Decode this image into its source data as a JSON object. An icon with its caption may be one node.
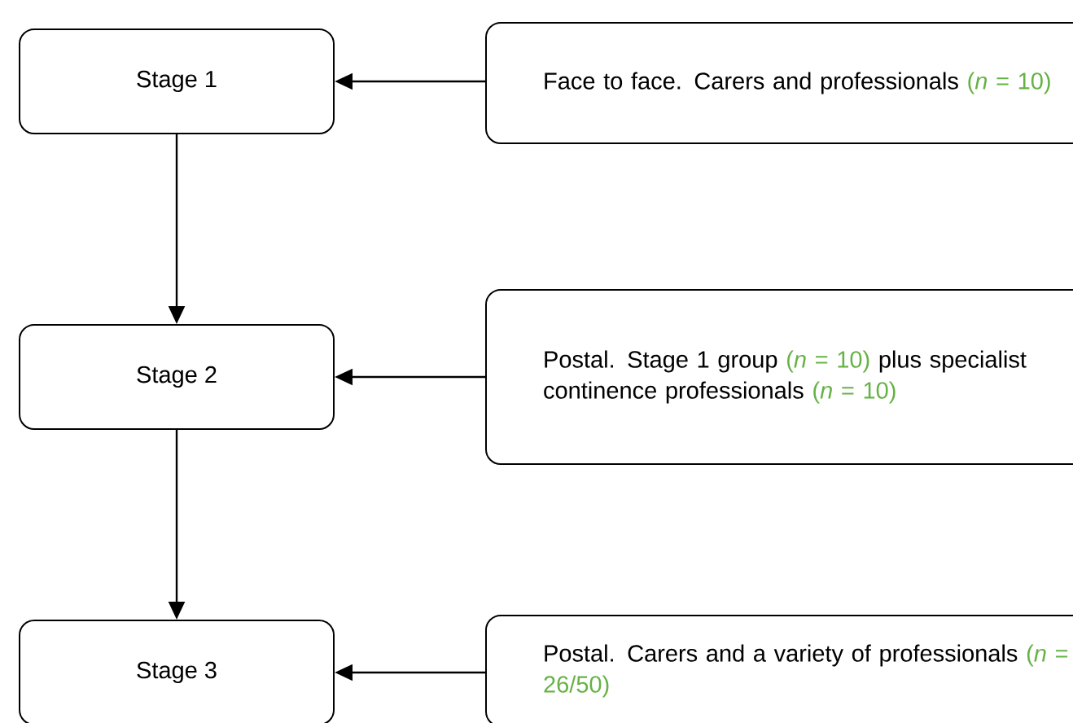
{
  "diagram": {
    "nodes": [
      {
        "text": [
          "Stage 1"
        ]
      },
      {
        "text": [
          "Face to face. Carers and professionals",
          "(*n* = 10)"
        ]
      },
      {
        "text": [
          "Stage 2"
        ]
      },
      {
        "text": [
          "Postal. Stage 1 group",
          "(*n* = 10)",
          "plus specialist continence professionals",
          "(*n* = 10)"
        ]
      },
      {
        "text": [
          "Stage 3"
        ]
      },
      {
        "text": [
          "Postal. Carers and a variety of professionals",
          "(*n* = 26/50)"
        ]
      }
    ],
    "edges": [
      {
        "from": 1,
        "to": 0,
        "arrow": "to"
      },
      {
        "from": 0,
        "to": 2,
        "arrow": "to"
      },
      {
        "from": 3,
        "to": 2,
        "arrow": "to"
      },
      {
        "from": 2,
        "to": 4,
        "arrow": "to"
      },
      {
        "from": 5,
        "to": 4,
        "arrow": "to"
      }
    ]
  }
}
